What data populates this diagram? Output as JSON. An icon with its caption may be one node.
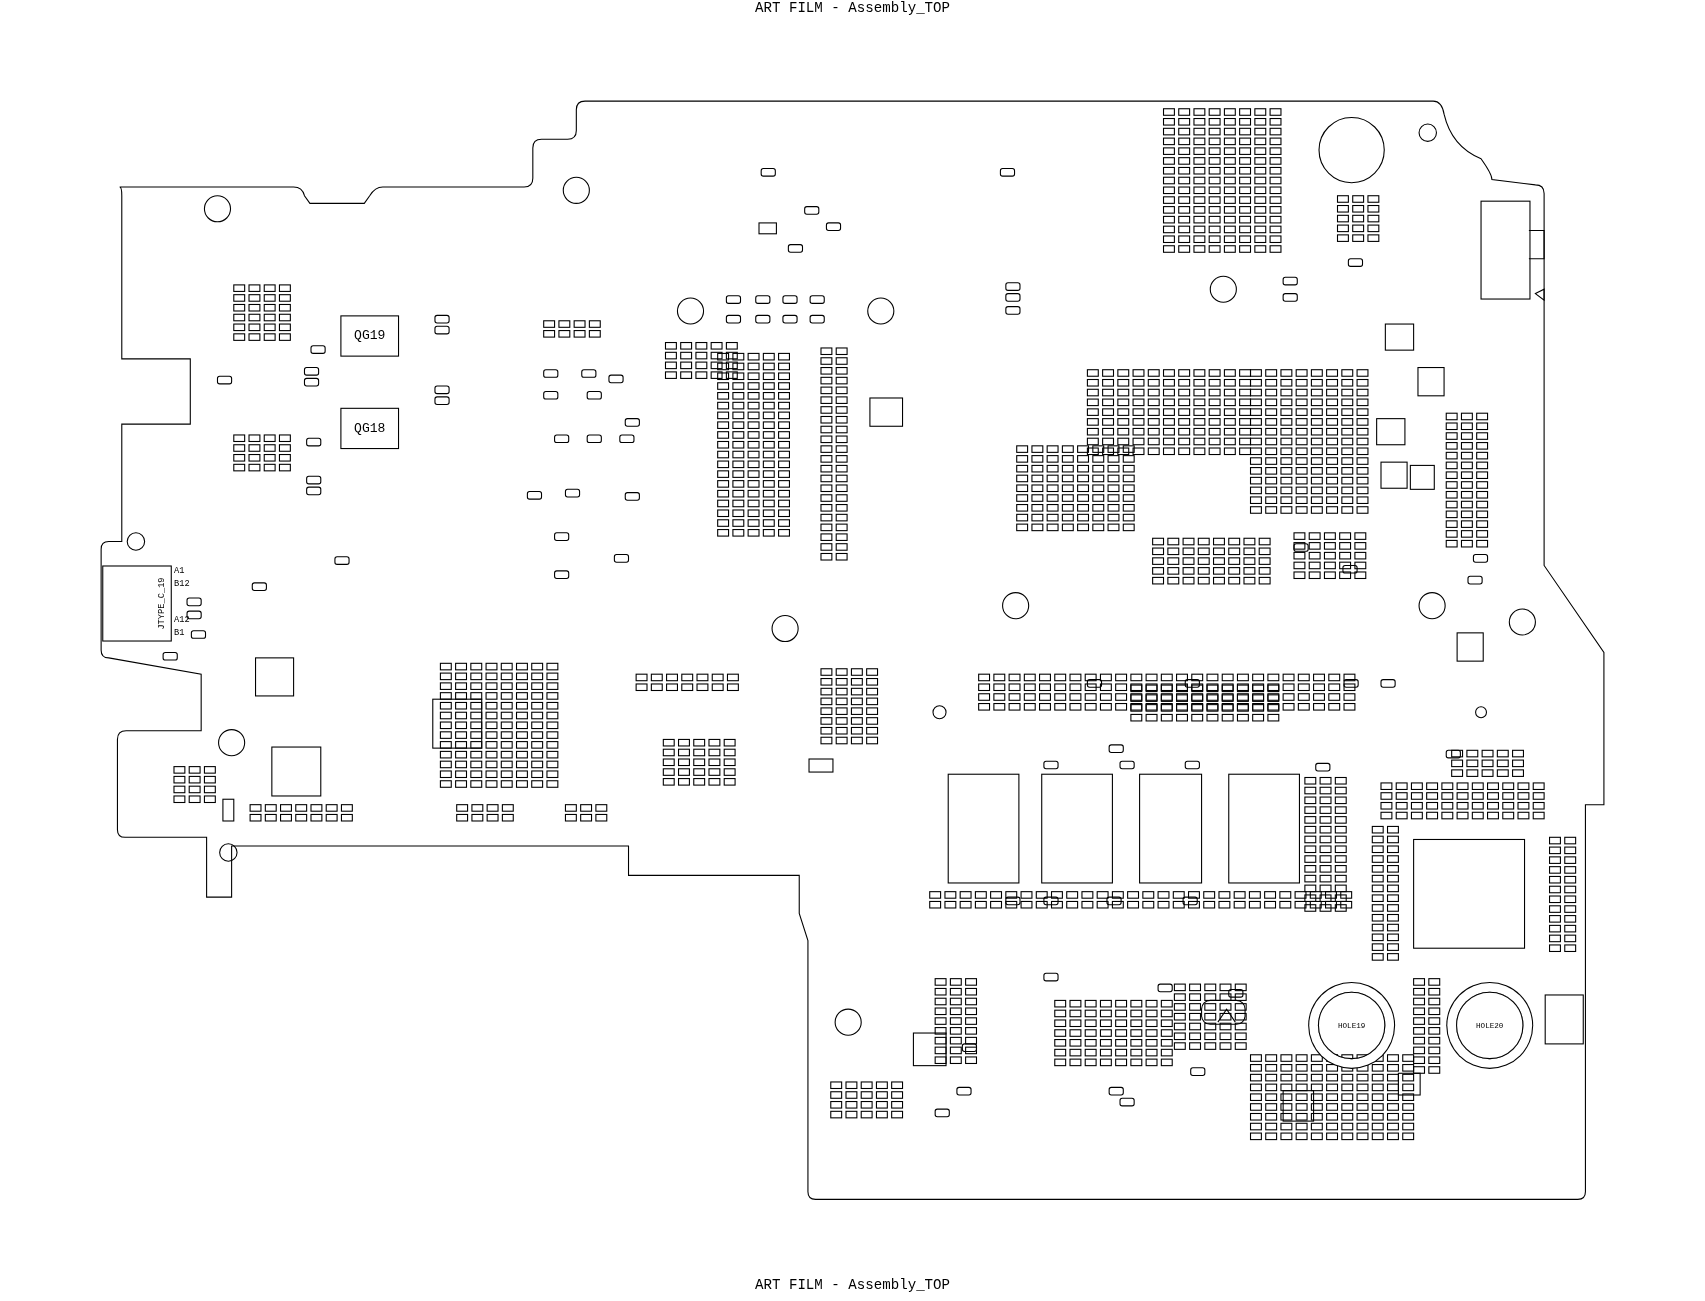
{
  "diagram": {
    "title": "ART FILM - Assembly_TOP",
    "caption": "ART FILM - Assembly_TOP",
    "nodes": [
      {
        "text": [
          "QG19"
        ]
      },
      {
        "text": [
          "QG18"
        ]
      },
      {
        "text": [
          "JTYPE_C_19"
        ]
      },
      {
        "text": [
          "HOLE19"
        ]
      },
      {
        "text": [
          "HOLE20"
        ]
      }
    ],
    "labels": [
      "A1",
      "B12",
      "A12",
      "B1"
    ]
  }
}
